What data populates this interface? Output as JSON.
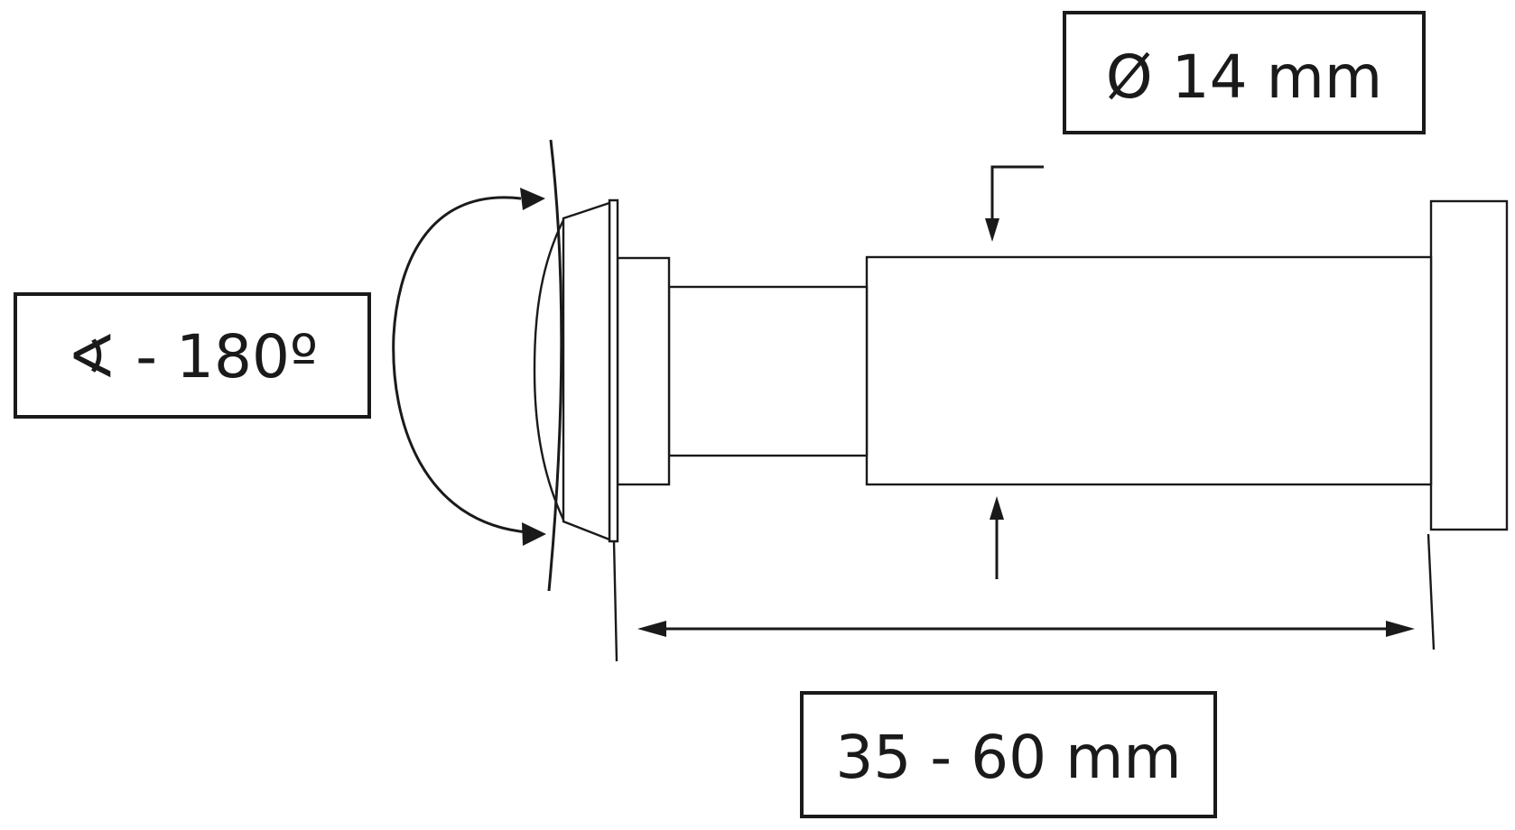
{
  "labels": {
    "diameter": "Ø 14 mm",
    "angle": "∢ - 180º",
    "length": "35 - 60 mm"
  },
  "colors": {
    "ink": "#1a1a1a",
    "background": "#ffffff"
  }
}
